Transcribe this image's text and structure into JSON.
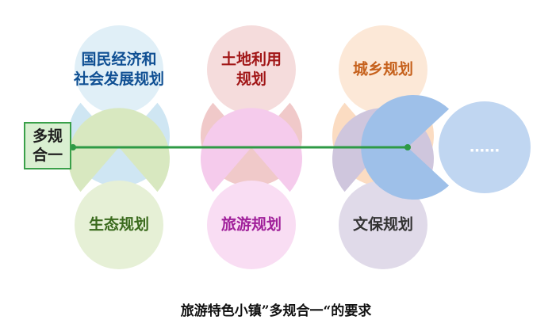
{
  "start": {
    "line1": "多规",
    "line2": "合一"
  },
  "top_plans": [
    {
      "line1": "国民经济和",
      "line2": "社会发展规划",
      "color": "#0f4f93",
      "fill": "#cfe6f3"
    },
    {
      "line1": "土地利用",
      "line2": "规划",
      "color": "#a11617",
      "fill": "#f0c9c9"
    },
    {
      "line1": "城乡规划",
      "line2": "",
      "color": "#c6611c",
      "fill": "#fbdcc2"
    }
  ],
  "bottom_plans": [
    {
      "line1": "生态规划",
      "color": "#3a6a1d",
      "fill": "#d8e8c0"
    },
    {
      "line1": "旅游规划",
      "color": "#a0209a",
      "fill": "#f5cbec"
    },
    {
      "line1": "文保规划",
      "color": "#333333",
      "fill": "#cfc6dd"
    }
  ],
  "more": {
    "label": "……",
    "color": "#ffffff",
    "fill": "#9ec0e9"
  },
  "caption": "旅游特色小镇”多规合一“的要求",
  "line_color": "#2e9a45"
}
